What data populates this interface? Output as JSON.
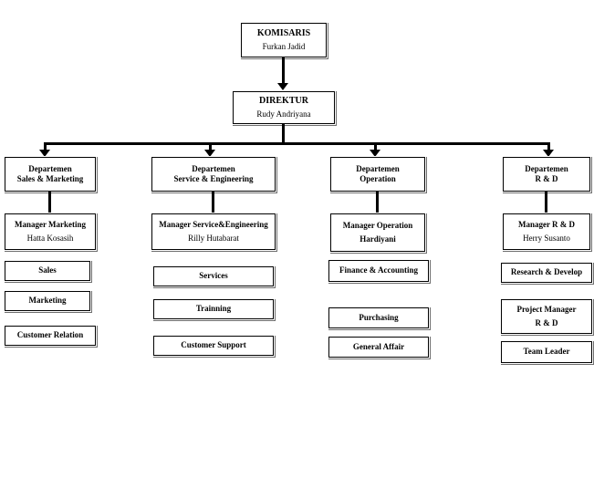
{
  "document": {
    "type": "organizational-chart",
    "title_text": ""
  },
  "top": {
    "komisaris": {
      "role": "KOMISARIS",
      "name": "Furkan Jadid"
    },
    "direktur": {
      "role": "DIREKTUR",
      "name": "Rudy Andriyana"
    }
  },
  "columns": [
    {
      "id": "sales-marketing",
      "department": {
        "line1": "Departemen",
        "line2": "Sales & Marketing"
      },
      "manager": {
        "role": "Manager Marketing",
        "name": "Hatta Kosasih"
      },
      "units": [
        {
          "label": "Sales"
        },
        {
          "label": "Marketing"
        },
        {
          "label": "Customer Relation"
        }
      ]
    },
    {
      "id": "service-engineering",
      "department": {
        "line1": "Departemen",
        "line2": "Service & Engineering"
      },
      "manager": {
        "role": "Manager Service&Engineering",
        "name": "Rilly Hutabarat"
      },
      "units": [
        {
          "label": "Services"
        },
        {
          "label": "Trainning"
        },
        {
          "label": "Customer Support"
        }
      ]
    },
    {
      "id": "operation",
      "department": {
        "line1": "Departemen",
        "line2": "Operation"
      },
      "manager": {
        "role": "Manager Operation",
        "name": "Hardiyani"
      },
      "units": [
        {
          "label": "Finance & Accounting"
        },
        {
          "label": "Purchasing"
        },
        {
          "label": "General Affair"
        }
      ]
    },
    {
      "id": "r-and-d",
      "department": {
        "line1": "Departemen",
        "line2": "R & D"
      },
      "manager": {
        "role": "Manager R & D",
        "name": "Herry Susanto"
      },
      "units": [
        {
          "label": "Research & Develop"
        },
        {
          "label": "Project Manager",
          "label2": "R & D"
        },
        {
          "label": "Team Leader"
        }
      ]
    }
  ],
  "colors": {
    "background": "#ffffff",
    "line": "#000000",
    "box_fill": "#ffffff",
    "box_border": "#000000",
    "box_shadow": "#6e6e6e"
  }
}
